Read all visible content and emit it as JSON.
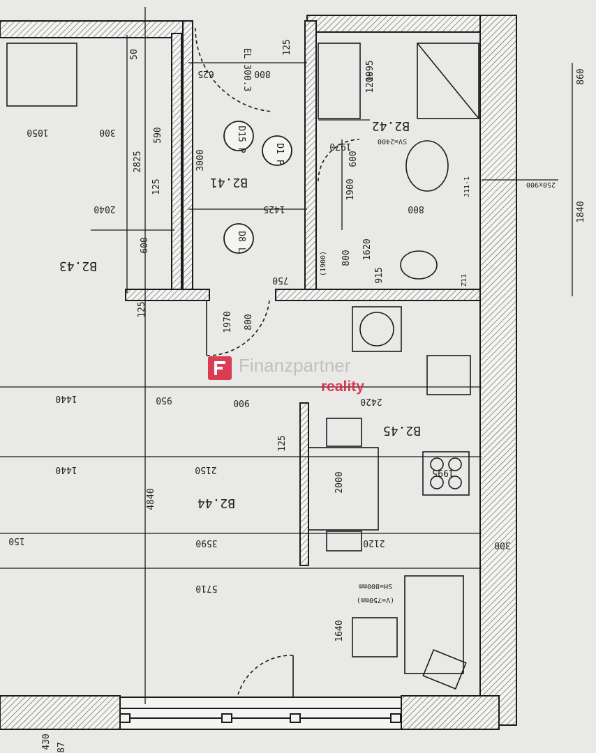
{
  "plan": {
    "rooms": [
      {
        "id": "B2.41"
      },
      {
        "id": "B2.42"
      },
      {
        "id": "B2.43"
      },
      {
        "id": "B2.44"
      },
      {
        "id": "B2.45"
      }
    ],
    "door_codes": [
      "D15 P",
      "D1 P",
      "D8 L",
      "EL 300.3"
    ],
    "annotations": [
      "SV=2400",
      "(1900)",
      "SH=800mm",
      "(V=750mm)",
      "250x900",
      "J11-1",
      "Z11"
    ],
    "dimensions": [
      "50",
      "125",
      "625",
      "800",
      "1995",
      "1200",
      "860",
      "1050",
      "300",
      "590",
      "1970",
      "600",
      "3000",
      "2825",
      "125",
      "1425",
      "1900",
      "800",
      "1840",
      "2040",
      "600",
      "1620",
      "800",
      "750",
      "915",
      "125",
      "1970",
      "800",
      "1440",
      "950",
      "900",
      "2420",
      "1440",
      "2150",
      "125",
      "1995",
      "4840",
      "2000",
      "150",
      "3590",
      "2120",
      "300",
      "5710",
      "1640",
      "430",
      "87"
    ]
  },
  "watermark": {
    "brand": "Finanzpartner",
    "sub": "reality",
    "brand_color": "#d81e3b",
    "text_color": "#b9b9b9",
    "logo_icon": "finanzpartner-logo-icon"
  },
  "colors": {
    "paper": "#e9e9e7",
    "ink": "#1b1b1b"
  }
}
